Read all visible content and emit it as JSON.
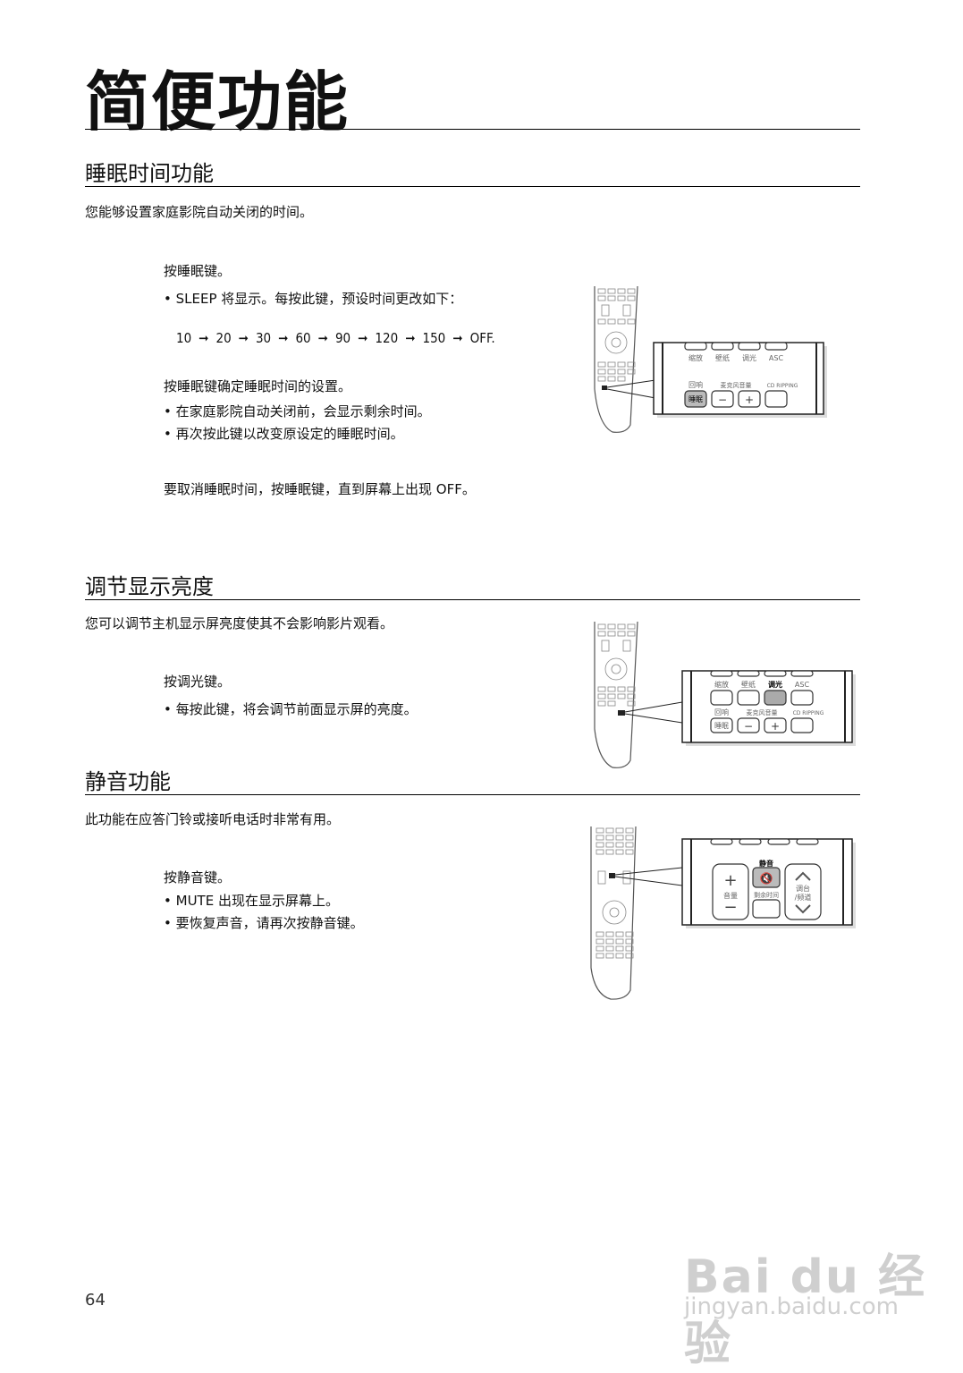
{
  "page": {
    "title": "简便功能",
    "page_number": "64"
  },
  "sleep": {
    "heading": "睡眠时间功能",
    "intro": "您能够设置家庭影院自动关闭的时间。",
    "step1": "按睡眠键。",
    "bullet1": "SLEEP 将显示。每按此键，预设时间更改如下：",
    "sequence": [
      "10",
      "20",
      "30",
      "60",
      "90",
      "120",
      "150",
      "OFF."
    ],
    "arrow": "➞",
    "step2": "按睡眠键确定睡眠时间的设置。",
    "bullet2": "在家庭影院自动关闭前，会显示剩余时间。",
    "bullet3": "再次按此键以改变原设定的睡眠时间。",
    "cancel": "要取消睡眠时间，按睡眠键，直到屏幕上出现 OFF。",
    "remote_labels": {
      "zoom": "缩放",
      "wallpaper": "壁纸",
      "dimmer": "调光",
      "asc": "ASC",
      "echo": "回响",
      "mic_volume": "麦克风音量",
      "cd_ripping": "CD RIPPING",
      "sleep": "睡眠",
      "minus": "−",
      "plus": "+"
    }
  },
  "dimmer": {
    "heading": "调节显示亮度",
    "intro": "您可以调节主机显示屏亮度使其不会影响影片观看。",
    "step1": "按调光键。",
    "bullet1": "每按此键，将会调节前面显示屏的亮度。",
    "remote_labels": {
      "zoom": "缩放",
      "wallpaper": "壁纸",
      "dimmer": "调光",
      "asc": "ASC",
      "echo": "回响",
      "mic_volume": "麦克风音量",
      "cd_ripping": "CD RIPPING",
      "sleep": "睡眠",
      "minus": "−",
      "plus": "+"
    }
  },
  "mute": {
    "heading": "静音功能",
    "intro": "此功能在应答门铃或接听电话时非常有用。",
    "step1": "按静音键。",
    "bullet1": "MUTE 出现在显示屏幕上。",
    "bullet2": "要恢复声音，请再次按静音键。",
    "remote_labels": {
      "mute": "静音",
      "mute_icon": "🔇",
      "volume": "音量",
      "remaining_time": "剩余时间",
      "tuning": "调台",
      "channel": "/频道",
      "plus": "+",
      "minus": "−"
    }
  },
  "watermark": {
    "brand": "Bai du 经验",
    "url": "jingyan.baidu.com"
  }
}
